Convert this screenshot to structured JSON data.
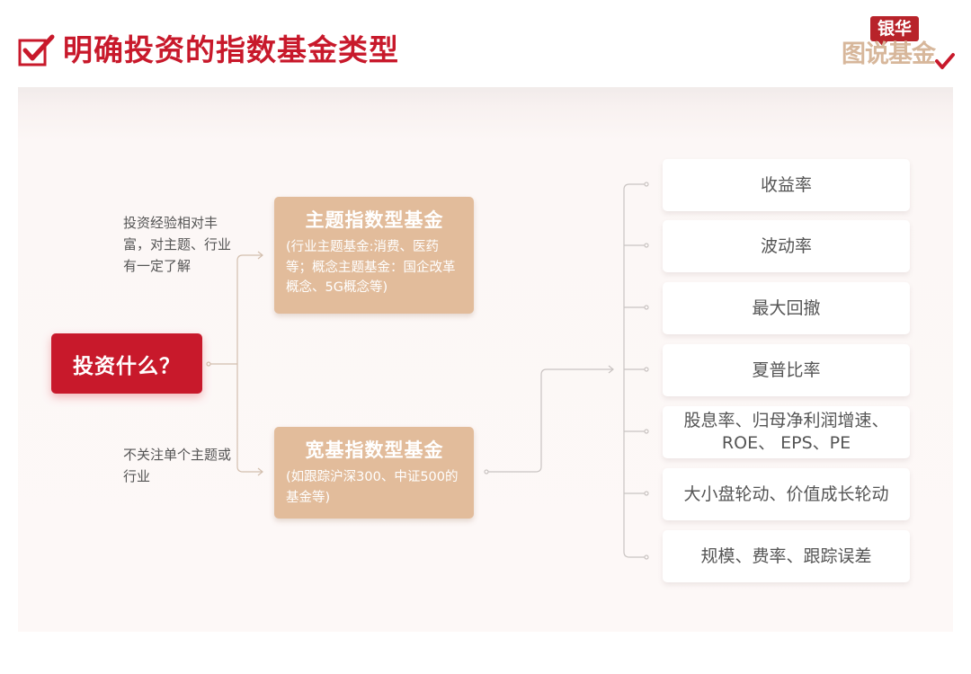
{
  "header": {
    "title": "明确投资的指数基金类型",
    "title_color": "#c8192b",
    "check_icon": "checkbox-checked-icon"
  },
  "logo": {
    "top_text": "银华",
    "bottom_text": "图说基金",
    "top_bg": "#b8232a",
    "bottom_color": "#d7b79b",
    "check_color": "#c8192b"
  },
  "colors": {
    "root_bg": "#c8192b",
    "fund_bg": "#e2bc9b",
    "connector_left": "#d3bfae",
    "connector_right": "#c9c4c2",
    "panel_bg": "#fdf8f7"
  },
  "diagram": {
    "root": {
      "label": "投资什么？"
    },
    "conditions": [
      {
        "text": "投资经验相对丰富，对主题、行业有一定了解"
      },
      {
        "text": "不关注单个主题或行业"
      }
    ],
    "fund_types": [
      {
        "title": "主题指数型基金",
        "description": "(行业主题基金:消费、医药等；概念主题基金：国企改革概念、5G概念等)"
      },
      {
        "title": "宽基指数型基金",
        "description": "(如跟踪沪深300、中证500的基金等)"
      }
    ],
    "metrics": [
      {
        "label": "收益率"
      },
      {
        "label": "波动率"
      },
      {
        "label": "最大回撤"
      },
      {
        "label": "夏普比率"
      },
      {
        "label": "股息率、归母净利润增速、ROE、 EPS、PE"
      },
      {
        "label": "大小盘轮动、价值成长轮动"
      },
      {
        "label": "规模、费率、跟踪误差"
      }
    ]
  }
}
